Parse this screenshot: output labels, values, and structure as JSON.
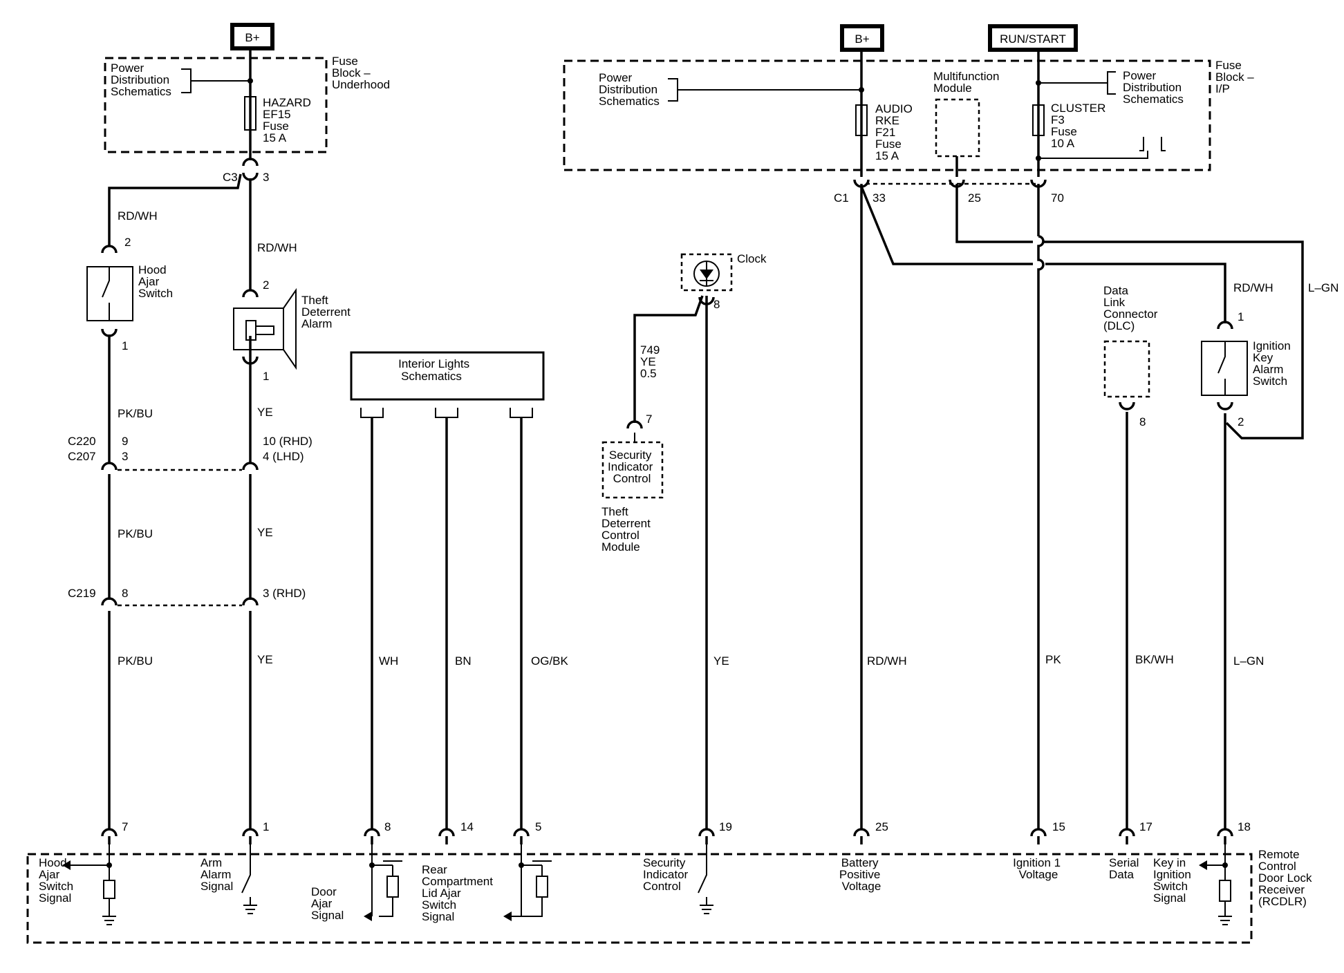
{
  "sources": {
    "bplus_left": "B+",
    "bplus_right": "B+",
    "run_start": "RUN/START"
  },
  "fuse_block_underhood": {
    "title": [
      "Fuse",
      "Block –",
      "Underhood"
    ],
    "pds": [
      "Power",
      "Distribution",
      "Schematics"
    ],
    "fuse": [
      "HAZARD",
      "EF15",
      "Fuse",
      "15 A"
    ]
  },
  "fuse_block_ip": {
    "title": [
      "Fuse",
      "Block –",
      "I/P"
    ],
    "pds_left": [
      "Power",
      "Distribution",
      "Schematics"
    ],
    "pds_right": [
      "Power",
      "Distribution",
      "Schematics"
    ],
    "audio_fuse": [
      "AUDIO",
      "RKE",
      "F21",
      "Fuse",
      "15 A"
    ],
    "cluster_fuse": [
      "CLUSTER",
      "F3",
      "Fuse",
      "10 A"
    ],
    "multifunction": [
      "Multifunction",
      "Module"
    ]
  },
  "connectors": {
    "c3": "C3",
    "c3_pin": "3",
    "c220": "C220",
    "c207": "C207",
    "c219": "C219",
    "c220_pin": "9",
    "c207_pin": "3",
    "c220_pin_r": "10 (RHD)",
    "c207_pin_r": "4 (LHD)",
    "c219_pin": "8",
    "c219_pin_r": "3 (RHD)",
    "c1": "C1",
    "c1_33": "33",
    "c1_25": "25",
    "c1_70": "70"
  },
  "components": {
    "hood_ajar": [
      "Hood",
      "Ajar",
      "Switch"
    ],
    "hood_pin_top": "2",
    "hood_pin_bot": "1",
    "theft_alarm": [
      "Theft",
      "Deterrent",
      "Alarm"
    ],
    "alarm_pin_top": "2",
    "alarm_pin_bot": "1",
    "interior_lights": [
      "Interior Lights",
      "Schematics"
    ],
    "clock": "Clock",
    "clock_pin": "8",
    "security_indicator": [
      "Security",
      "Indicator",
      "Control"
    ],
    "sic_pin": "7",
    "tdcm": [
      "Theft",
      "Deterrent",
      "Control",
      "Module"
    ],
    "circuit_749": [
      "749",
      "YE",
      "0.5"
    ],
    "dlc": [
      "Data",
      "Link",
      "Connector",
      "(DLC)"
    ],
    "dlc_pin": "8",
    "ign_key": [
      "Ignition",
      "Key",
      "Alarm",
      "Switch"
    ],
    "ign_pin_top": "1",
    "ign_pin_bot": "2"
  },
  "wires": {
    "rdwh_a": "RD/WH",
    "rdwh_b": "RD/WH",
    "rdwh_c": "RD/WH",
    "rdwh_d": "RD/WH",
    "pkbu_a": "PK/BU",
    "pkbu_b": "PK/BU",
    "pkbu_c": "PK/BU",
    "ye_a": "YE",
    "ye_b": "YE",
    "ye_c": "YE",
    "ye_d": "YE",
    "wh": "WH",
    "bn": "BN",
    "ogbk": "OG/BK",
    "pk": "PK",
    "bkwh": "BK/WH",
    "lgn_a": "L–GN",
    "lgn_b": "L–GN"
  },
  "rcdlr": {
    "title": [
      "Remote",
      "Control",
      "Door Lock",
      "Receiver",
      "(RCDLR)"
    ],
    "pins": [
      "7",
      "1",
      "8",
      "14",
      "5",
      "19",
      "25",
      "15",
      "17",
      "18"
    ],
    "hood_signal": [
      "Hood",
      "Ajar",
      "Switch",
      "Signal"
    ],
    "arm_alarm": [
      "Arm",
      "Alarm",
      "Signal"
    ],
    "door_ajar": [
      "Door",
      "Ajar",
      "Signal"
    ],
    "rear_lid": [
      "Rear",
      "Compartment",
      "Lid Ajar",
      "Switch",
      "Signal"
    ],
    "security_ctrl": [
      "Security",
      "Indicator",
      "Control"
    ],
    "battery": [
      "Battery",
      "Positive",
      "Voltage"
    ],
    "ignition1": [
      "Ignition 1",
      "Voltage"
    ],
    "serial": [
      "Serial",
      "Data"
    ],
    "key_in": [
      "Key in",
      "Ignition",
      "Switch",
      "Signal"
    ]
  }
}
